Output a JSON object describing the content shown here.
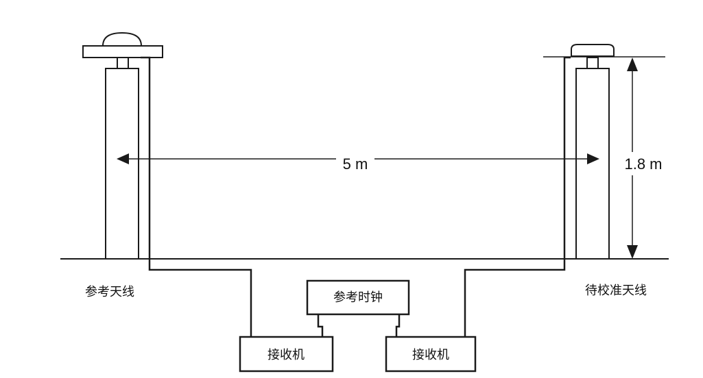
{
  "labels": {
    "reference_antenna": "参考天线",
    "antenna_under_calibration": "待校准天线",
    "reference_clock": "参考时钟",
    "receiver_left": "接收机",
    "receiver_right": "接收机",
    "distance": "5 m",
    "height": "1.8 m"
  },
  "colors": {
    "ink": "#1a1a1a",
    "background": "#ffffff"
  }
}
